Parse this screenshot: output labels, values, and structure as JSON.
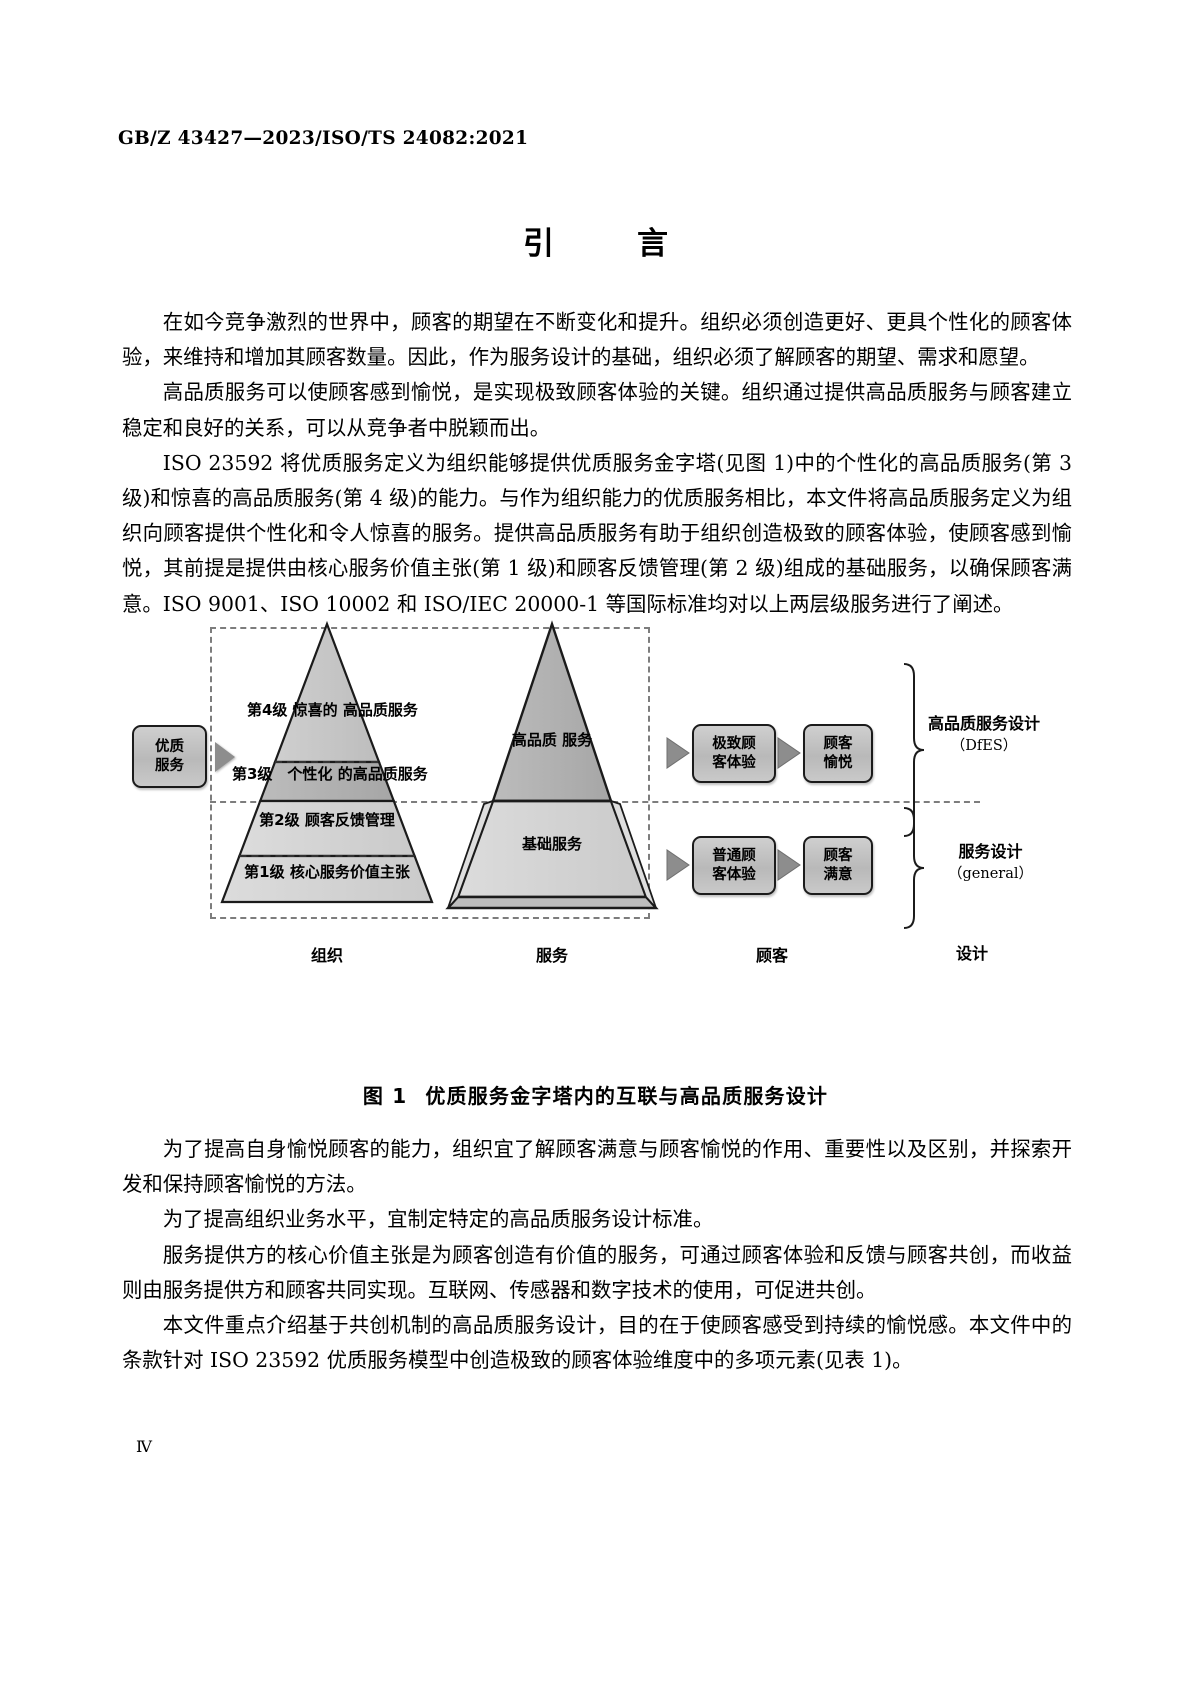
{
  "document": {
    "running_head": "GB/Z 43427—2023/ISO/TS 24082:2021",
    "title": "引　言",
    "page_number": "Ⅳ"
  },
  "intro_paragraphs": [
    "在如今竞争激烈的世界中，顾客的期望在不断变化和提升。组织必须创造更好、更具个性化的顾客体验，来维持和增加其顾客数量。因此，作为服务设计的基础，组织必须了解顾客的期望、需求和愿望。",
    "高品质服务可以使顾客感到愉悦，是实现极致顾客体验的关键。组织通过提供高品质服务与顾客建立稳定和良好的关系，可以从竞争者中脱颖而出。",
    "ISO 23592 将优质服务定义为组织能够提供优质服务金字塔(见图 1)中的个性化的高品质服务(第 3 级)和惊喜的高品质服务(第 4 级)的能力。与作为组织能力的优质服务相比，本文件将高品质服务定义为组织向顾客提供个性化和令人惊喜的服务。提供高品质服务有助于组织创造极致的顾客体验，使顾客感到愉悦，其前提是提供由核心服务价值主张(第 1 级)和顾客反馈管理(第 2 级)组成的基础服务，以确保顾客满意。ISO 9001、ISO 10002 和 ISO/IEC 20000-1 等国际标准均对以上两层级服务进行了阐述。"
  ],
  "figure": {
    "caption_number": "图 1",
    "caption_text": "优质服务金字塔内的互联与高品质服务设计",
    "entry_box": "优质\n服务",
    "entry_box_lines": [
      "优质",
      "服务"
    ],
    "pyramid_left": {
      "levels": [
        {
          "id": "level4",
          "lines": [
            "第4级",
            "惊喜的",
            "高品质服务"
          ],
          "fill": "#c6c6c6"
        },
        {
          "id": "level3",
          "lines": [
            "第3级　个性化",
            "的高品质服务"
          ],
          "fill": "#b0b0b0"
        },
        {
          "id": "level2",
          "lines": [
            "第2级",
            "顾客反馈管理"
          ],
          "fill": "#d2d2d2"
        },
        {
          "id": "level1",
          "lines": [
            "第1级",
            "核心服务价值主张"
          ],
          "fill": "#d2d2d2"
        }
      ]
    },
    "pyramid_right": {
      "top_lines": [
        "高品质",
        "服务"
      ],
      "bottom_lines": [
        "基础服务"
      ],
      "top_fill": "#b0b0b0",
      "bottom_fill": "#d2d2d2"
    },
    "flow_top": [
      {
        "id": "ultimate-cx",
        "lines": [
          "极致顾",
          "客体验"
        ]
      },
      {
        "id": "customer-delight",
        "lines": [
          "顾客",
          "愉悦"
        ]
      }
    ],
    "flow_bottom": [
      {
        "id": "ordinary-cx",
        "lines": [
          "普通顾",
          "客体验"
        ]
      },
      {
        "id": "customer-satisfaction",
        "lines": [
          "顾客",
          "满意"
        ]
      }
    ],
    "brackets": [
      {
        "id": "dfes",
        "title": "高品质服务设计",
        "sub": "（DfES）"
      },
      {
        "id": "general",
        "title": "服务设计",
        "sub": "（general）"
      }
    ],
    "column_labels": [
      "组织",
      "服务",
      "顾客",
      "设计"
    ]
  },
  "after_figure_paragraphs": [
    "为了提高自身愉悦顾客的能力，组织宜了解顾客满意与顾客愉悦的作用、重要性以及区别，并探索开发和保持顾客愉悦的方法。",
    "为了提高组织业务水平，宜制定特定的高品质服务设计标准。",
    "服务提供方的核心价值主张是为顾客创造有价值的服务，可通过顾客体验和反馈与顾客共创，而收益则由服务提供方和顾客共同实现。互联网、传感器和数字技术的使用，可促进共创。",
    "本文件重点介绍基于共创机制的高品质服务设计，目的在于使顾客感受到持续的愉悦感。本文件中的条款针对 ISO 23592 优质服务模型中创造极致的顾客体验维度中的多项元素(见表 1)。"
  ]
}
